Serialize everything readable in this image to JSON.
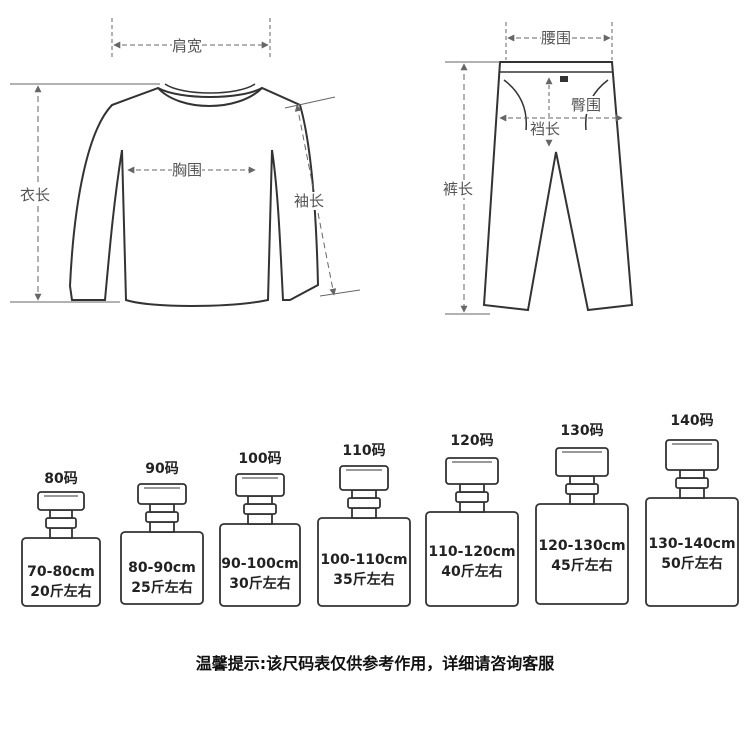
{
  "shirt": {
    "shoulder_label": "肩宽",
    "chest_label": "胸围",
    "length_label": "衣长",
    "sleeve_label": "袖长"
  },
  "pants": {
    "waist_label": "腰围",
    "hip_label": "臀围",
    "rise_label": "裆长",
    "length_label": "裤长"
  },
  "sizes": [
    {
      "name": "80码",
      "height": "70-80cm",
      "weight": "20斤左右"
    },
    {
      "name": "90码",
      "height": "80-90cm",
      "weight": "25斤左右"
    },
    {
      "name": "100码",
      "height": "90-100cm",
      "weight": "30斤左右"
    },
    {
      "name": "110码",
      "height": "100-110cm",
      "weight": "35斤左右"
    },
    {
      "name": "120码",
      "height": "110-120cm",
      "weight": "40斤左右"
    },
    {
      "name": "130码",
      "height": "120-130cm",
      "weight": "45斤左右"
    },
    {
      "name": "140码",
      "height": "130-140cm",
      "weight": "50斤左右"
    }
  ],
  "notice": "温馨提示:该尺码表仅供参考作用，详细请咨询客服"
}
